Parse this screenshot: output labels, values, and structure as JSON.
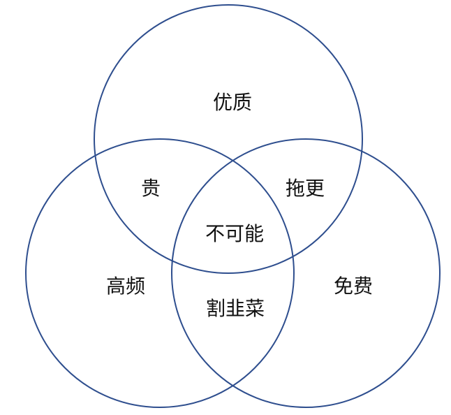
{
  "diagram": {
    "type": "venn-3",
    "stroke_color": "#2e4e8e",
    "sets": [
      {
        "id": "top",
        "label": "优质"
      },
      {
        "id": "left",
        "label": "高频"
      },
      {
        "id": "right",
        "label": "免费"
      }
    ],
    "intersections": {
      "top_left": "贵",
      "top_right": "拖更",
      "left_right": "割韭菜",
      "all": "不可能"
    }
  }
}
